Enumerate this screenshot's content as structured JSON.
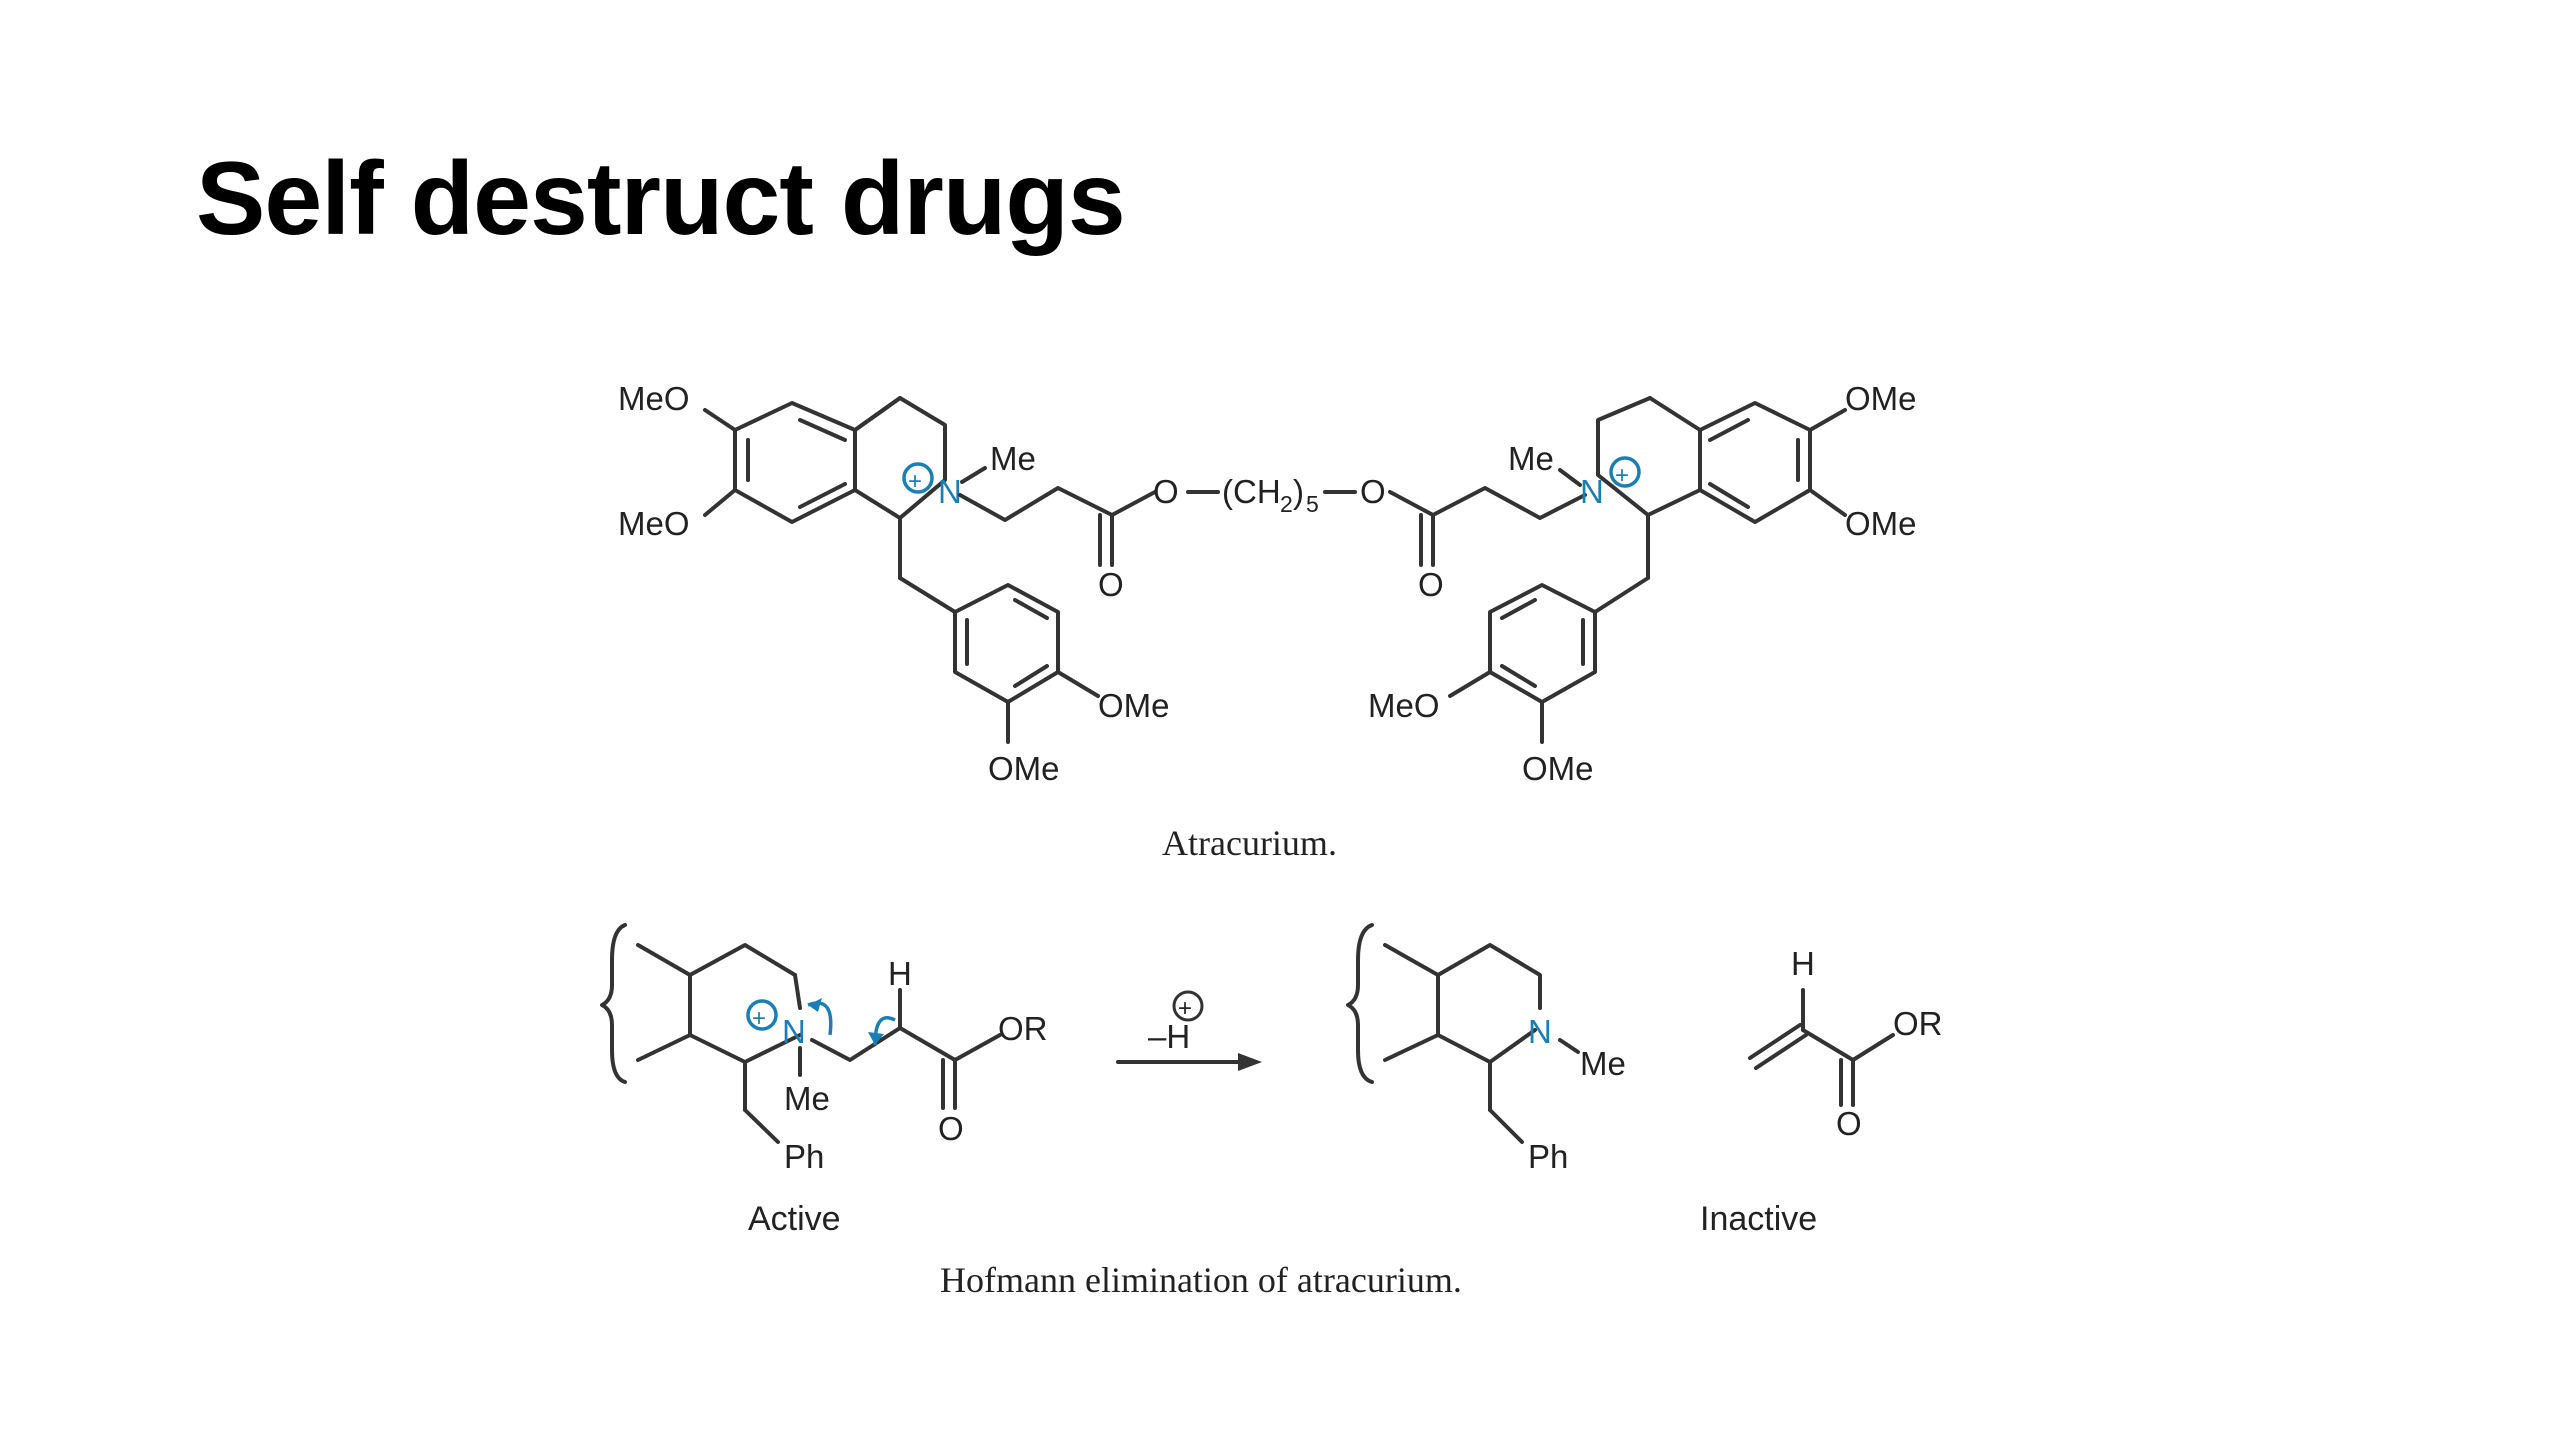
{
  "slide": {
    "title": "Self destruct drugs"
  },
  "atracurium": {
    "caption": "Atracurium.",
    "labels": {
      "meo_top_left": "MeO",
      "meo_mid_left": "MeO",
      "me_left": "Me",
      "n_left": "N",
      "linker_left": "O",
      "linker_middle": "(CH",
      "linker_sub_2": "2",
      "linker_close": ")",
      "linker_sub_5": "5",
      "linker_right": "O",
      "o_carbonyl_left": "O",
      "o_carbonyl_right": "O",
      "ome_benzyl_left_side": "OMe",
      "ome_benzyl_left_bottom": "OMe",
      "me_right": "Me",
      "n_right": "N",
      "ome_top_right": "OMe",
      "ome_mid_right": "OMe",
      "meo_benzyl_right_side": "MeO",
      "ome_benzyl_right_bottom": "OMe",
      "plus": "+"
    }
  },
  "hofmann": {
    "caption": "Hofmann elimination of atracurium.",
    "active_label": "Active",
    "inactive_label": "Inactive",
    "labels": {
      "h_left": "H",
      "or_left": "OR",
      "n_left": "N",
      "me_left": "Me",
      "ph_left": "Ph",
      "o_left": "O",
      "reagent": "–H",
      "n_right": "N",
      "me_right": "Me",
      "ph_right": "Ph",
      "h_right": "H",
      "or_right": "OR",
      "o_right": "O",
      "plus": "+"
    }
  }
}
